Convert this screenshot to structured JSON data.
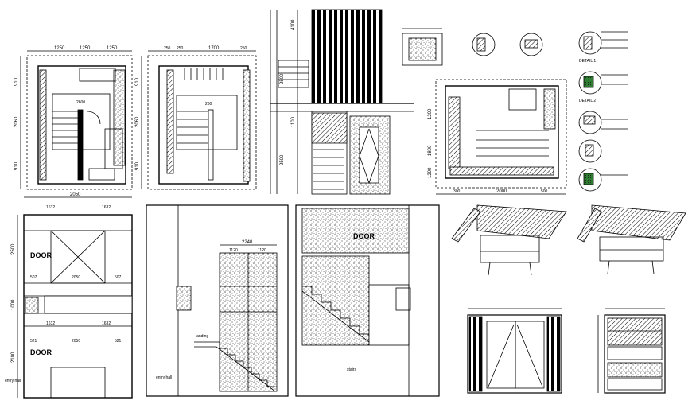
{
  "title": "",
  "drawing": {
    "plan_left": {
      "dims_top": [
        "1250",
        "1250",
        "1250"
      ],
      "dims_side": [
        "910",
        "2060",
        "910"
      ],
      "stair_label": "2600"
    },
    "plan_middle": {
      "dims_top": [
        "250",
        "250",
        "1700",
        "250"
      ],
      "dims_side": [
        "910",
        "2060",
        "910"
      ],
      "stair_label": "260"
    },
    "section_top": {
      "dims": [
        "4100",
        "2500",
        "1100",
        "2500"
      ]
    },
    "plan_right": {
      "dims_top": [
        "300",
        "2000",
        "500"
      ],
      "dims_side": [
        "1200",
        "1800",
        "1200"
      ],
      "detail_labels": [
        "DETAIL 1",
        "DETAIL 2"
      ]
    },
    "elevation_left": {
      "dims_top": [
        "2050",
        "1632",
        "1632"
      ],
      "dims_mid": [
        "507",
        "2050",
        "507"
      ],
      "dims_lower": [
        "1632",
        "1632"
      ],
      "dims_bottom": [
        "521",
        "2050",
        "521"
      ],
      "dims_side": [
        "2500",
        "1000",
        "2100"
      ],
      "door_labels": [
        "DOOR",
        "DOOR"
      ],
      "caption": "entry hall"
    },
    "section_middle": {
      "dims_top": [
        "2240",
        "1120",
        "1120"
      ],
      "landing_label": "landing",
      "caption": "entry hall"
    },
    "section_right": {
      "door_label": "DOOR",
      "caption": "stairs"
    }
  }
}
